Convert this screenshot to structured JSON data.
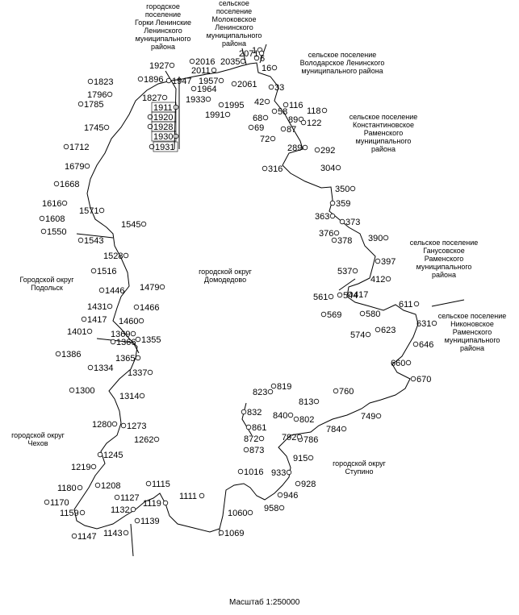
{
  "scale_label": "Масштаб 1:250000",
  "regions": [
    {
      "id": "gorki",
      "lines": [
        "городское",
        "поселение",
        "Горки Ленинские",
        "Ленинского",
        "муниципального",
        "района"
      ]
    },
    {
      "id": "molokovo",
      "lines": [
        "сельское",
        "поселение",
        "Молоковское",
        "Ленинского",
        "муниципального",
        "района"
      ]
    },
    {
      "id": "volodarskoe",
      "lines": [
        "сельское поселение",
        "Володарское Ленинского",
        "муниципального района"
      ]
    },
    {
      "id": "konstantinovo",
      "lines": [
        "сельское поселение",
        "Константиновское",
        "Раменского",
        "муниципального",
        "района"
      ]
    },
    {
      "id": "ganusovo",
      "lines": [
        "сельское поселение",
        "Ганусовское",
        "Раменского",
        "муниципального",
        "района"
      ]
    },
    {
      "id": "nikonovo",
      "lines": [
        "сельское поселение",
        "Никоновское",
        "Раменского",
        "муниципального",
        "района"
      ]
    },
    {
      "id": "domodedovo",
      "lines": [
        "городской округ",
        "Домодедово"
      ]
    },
    {
      "id": "podolsk",
      "lines": [
        "Городской округ",
        "Подольск"
      ]
    },
    {
      "id": "chekhov",
      "lines": [
        "городской округ",
        "Чехов"
      ]
    },
    {
      "id": "stupino",
      "lines": [
        "городской округ",
        "Ступино"
      ]
    }
  ],
  "points": [
    "1",
    "6",
    "16",
    "33",
    "42",
    "58",
    "68",
    "69",
    "72",
    "87",
    "89",
    "116",
    "118",
    "122",
    "289",
    "292",
    "304",
    "316",
    "350",
    "359",
    "363",
    "373",
    "376",
    "378",
    "390",
    "397",
    "412",
    "417",
    "537",
    "544",
    "561",
    "569",
    "574",
    "580",
    "611",
    "623",
    "631",
    "646",
    "660",
    "670",
    "749",
    "760",
    "784",
    "786",
    "792",
    "802",
    "813",
    "819",
    "823",
    "832",
    "840",
    "861",
    "872",
    "873",
    "915",
    "928",
    "933",
    "946",
    "958",
    "1016",
    "1060",
    "1069",
    "1111",
    "1115",
    "1119",
    "1127",
    "1132",
    "1139",
    "1143",
    "1147",
    "1159",
    "1170",
    "1180",
    "1208",
    "1219",
    "1245",
    "1262",
    "1273",
    "1280",
    "1300",
    "1314",
    "1334",
    "1337",
    "1355",
    "1365",
    "1366",
    "1369",
    "1386",
    "1401",
    "1417",
    "1431",
    "1446",
    "1460",
    "1466",
    "1479",
    "1516",
    "1528",
    "1543",
    "1545",
    "1550",
    "1571",
    "1608",
    "1616",
    "1668",
    "1679",
    "1712",
    "1745",
    "1785",
    "1796",
    "1823",
    "1827",
    "1896",
    "1911",
    "1920",
    "1927",
    "1928",
    "1930",
    "1931",
    "1933",
    "1947",
    "1957",
    "1964",
    "1991",
    "1995",
    "2011",
    "2016",
    "2035",
    "2061",
    "2071"
  ]
}
